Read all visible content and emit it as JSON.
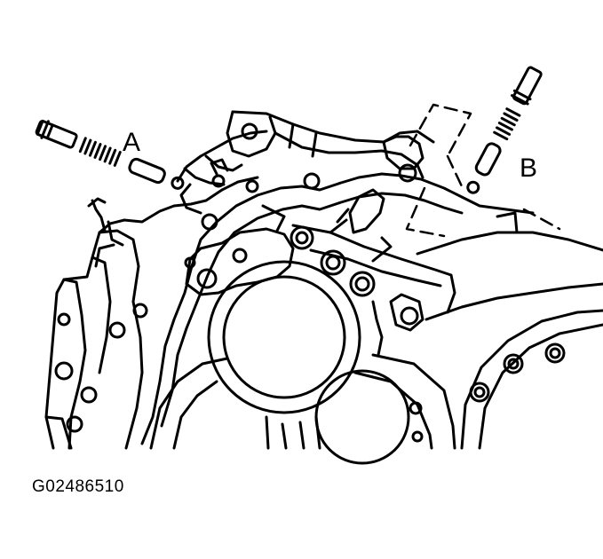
{
  "callouts": {
    "a": "A",
    "b": "B"
  },
  "figure_id": "G02486510",
  "colors": {
    "ink": "#000000",
    "paper": "#ffffff"
  }
}
